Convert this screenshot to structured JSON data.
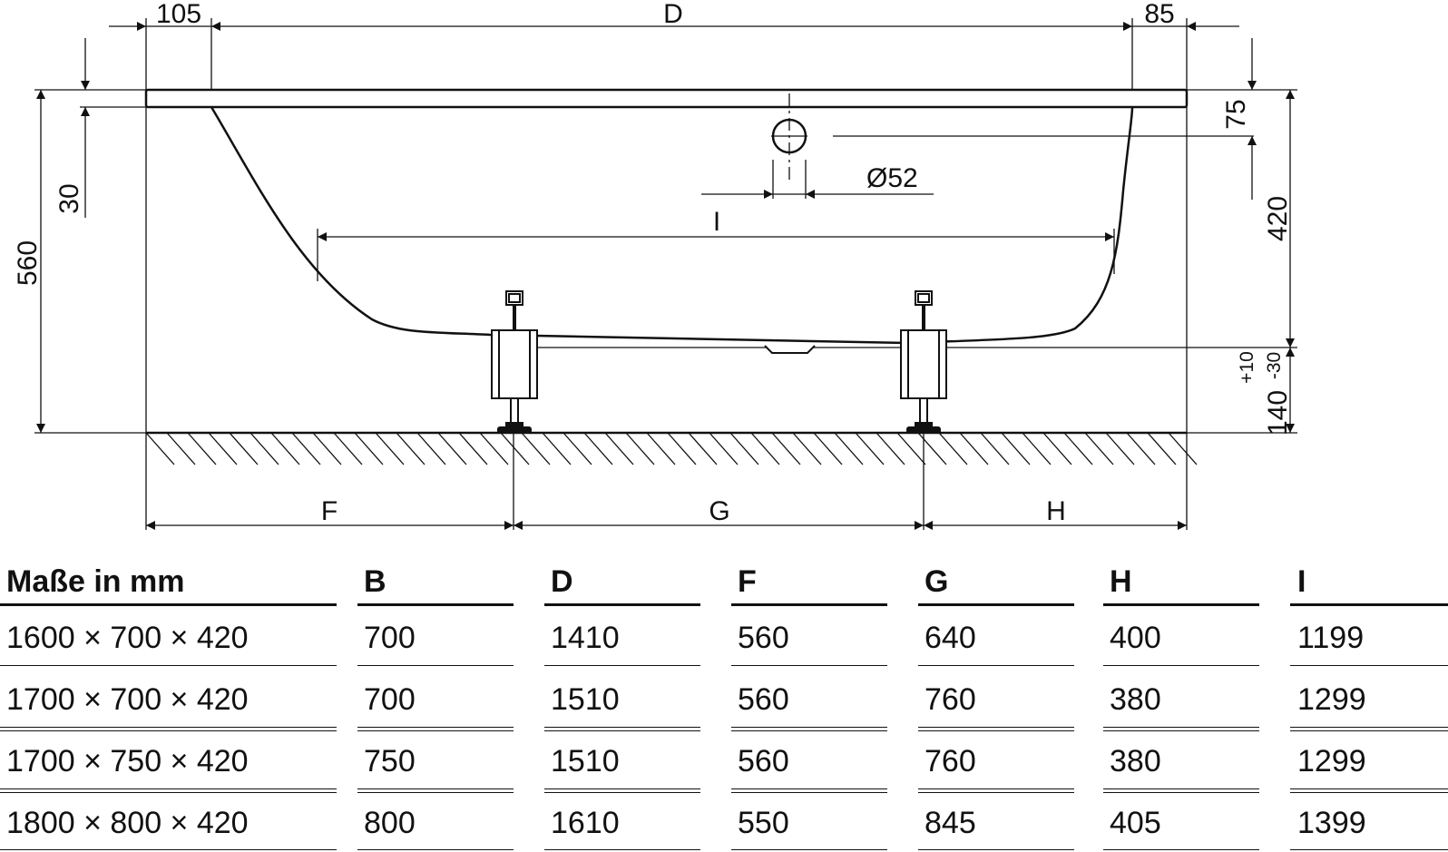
{
  "drawing": {
    "dim_top_left": "105",
    "dim_top_center": "D",
    "dim_top_right": "85",
    "dim_drain_diameter": "Ø52",
    "dim_inner_length": "I",
    "dim_left_height": "560",
    "dim_left_rim": "30",
    "dim_right_overflow": "75",
    "dim_right_depth": "420",
    "dim_right_feet": "140",
    "dim_tolerance_plus": "+10",
    "dim_tolerance_minus": "-30",
    "dim_bottom_f": "F",
    "dim_bottom_g": "G",
    "dim_bottom_h": "H"
  },
  "table": {
    "columns": [
      "Maße in mm",
      "B",
      "D",
      "F",
      "G",
      "H",
      "I"
    ],
    "rows": [
      [
        "1600 × 700 × 420",
        "700",
        "1410",
        "560",
        "640",
        "400",
        "1199"
      ],
      [
        "1700 × 700 × 420",
        "700",
        "1510",
        "560",
        "760",
        "380",
        "1299"
      ],
      [
        "1700 × 750 × 420",
        "750",
        "1510",
        "560",
        "760",
        "380",
        "1299"
      ],
      [
        "1800 × 800 × 420",
        "800",
        "1610",
        "550",
        "845",
        "405",
        "1399"
      ]
    ]
  }
}
